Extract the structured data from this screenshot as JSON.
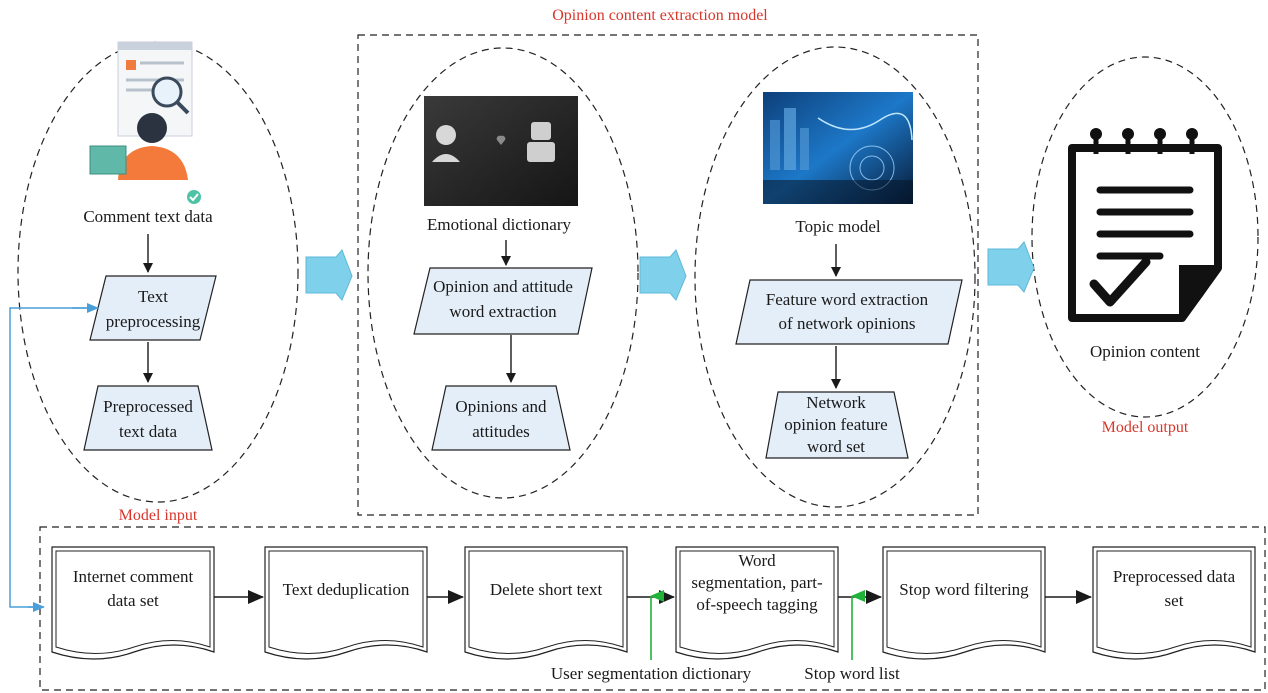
{
  "sections": {
    "extraction_title": "Opinion content extraction model",
    "model_input": "Model input",
    "model_output": "Model output"
  },
  "input": {
    "source_label": "Comment text data",
    "step1": [
      "Text",
      "preprocessing"
    ],
    "step2": [
      "Preprocessed",
      "text data"
    ]
  },
  "dictionary": {
    "source_label": "Emotional dictionary",
    "step1": [
      "Opinion and attitude",
      "word extraction"
    ],
    "step2": [
      "Opinions and",
      "attitudes"
    ]
  },
  "topic": {
    "source_label": "Topic model",
    "step1": [
      "Feature word extraction",
      "of network opinions"
    ],
    "step2": [
      "Network",
      "opinion feature",
      "word set"
    ]
  },
  "output": {
    "label": "Opinion content"
  },
  "pipeline": {
    "docs": [
      [
        "Internet comment",
        "data set"
      ],
      [
        "Text deduplication"
      ],
      [
        "Delete short text"
      ],
      [
        "Word",
        "segmentation, part-",
        "of-speech tagging"
      ],
      [
        "Stop word filtering"
      ],
      [
        "Preprocessed data",
        "set"
      ]
    ],
    "aux1": "User segmentation dictionary",
    "aux2": "Stop word list"
  },
  "colors": {
    "box_fill": "#e4eef8",
    "transfer_arrow": "#7fd0ea",
    "feedback_line": "#4a9fd8",
    "green_arrow": "#22b33a",
    "red_text": "#d9362b"
  }
}
